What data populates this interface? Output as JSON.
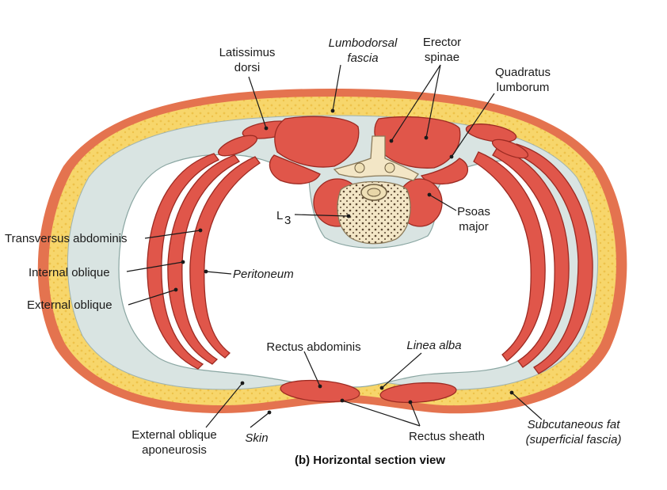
{
  "figure": {
    "caption": "(b) Horizontal section view",
    "labels": {
      "latissimus_line1": "Latissimus",
      "latissimus_line2": "dorsi",
      "lumbodorsal_line1": "Lumbodorsal",
      "lumbodorsal_line2": "fascia",
      "erector_line1": "Erector",
      "erector_line2": "spinae",
      "quadratus_line1": "Quadratus",
      "quadratus_line2": "lumborum",
      "l3_base": "L",
      "l3_sub": "3",
      "psoas_line1": "Psoas",
      "psoas_line2": "major",
      "transversus": "Transversus abdominis",
      "internal_oblique": "Internal oblique",
      "external_oblique": "External oblique",
      "peritoneum": "Peritoneum",
      "rectus_abdominis": "Rectus abdominis",
      "linea_alba": "Linea alba",
      "ext_aponeurosis_line1": "External oblique",
      "ext_aponeurosis_line2": "aponeurosis",
      "skin": "Skin",
      "rectus_sheath": "Rectus sheath",
      "subcut_line1": "Subcutaneous fat",
      "subcut_line2": "(superficial fascia)"
    },
    "colors": {
      "skin": "#e4734f",
      "subcutaneous_fat": "#f7d66b",
      "fascia": "#d9e4e2",
      "muscle": "#e0564a",
      "bone": "#f3e6c6"
    }
  }
}
